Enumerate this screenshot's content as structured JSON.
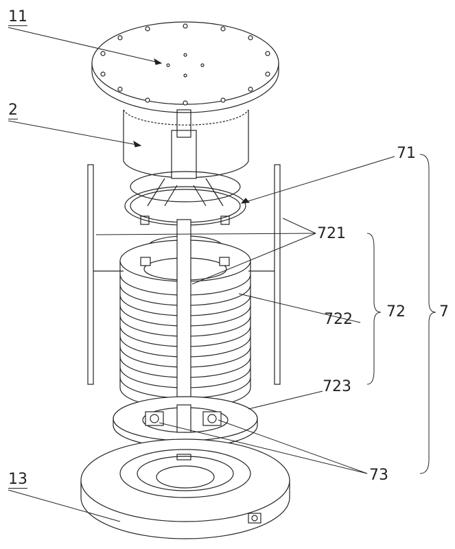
{
  "labels": {
    "top_plate": "11",
    "housing": "2",
    "ring": "71",
    "side_plates": "721",
    "disc_stack": "722",
    "group_72": "72",
    "assembly_7": "7",
    "lower_ring": "723",
    "connectors": "73",
    "base": "13"
  },
  "colors": {
    "line": "#222222",
    "background": "#ffffff"
  }
}
